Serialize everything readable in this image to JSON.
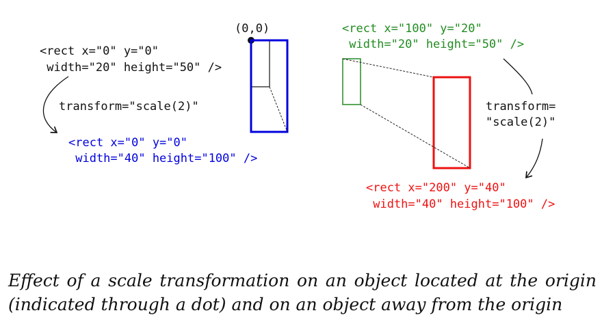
{
  "origin_label": "(0,0)",
  "left": {
    "original_code": [
      "<rect x=\"0\" y=\"0\"",
      " width=\"20\" height=\"50\" />"
    ],
    "transform_label": "transform=\"scale(2)\"",
    "result_code": [
      "<rect x=\"0\" y=\"0\"",
      " width=\"40\" height=\"100\" />"
    ],
    "result_color": "#0000dd"
  },
  "right": {
    "original_code": [
      "<rect x=\"100\" y=\"20\"",
      " width=\"20\" height=\"50\" />"
    ],
    "original_color": "#228b22",
    "transform_label": [
      "transform=",
      "\"scale(2)\""
    ],
    "result_code": [
      "<rect x=\"200\" y=\"40\"",
      " width=\"40\" height=\"100\" />"
    ],
    "result_color": "#ee1111"
  },
  "caption": [
    "Effect of a scale transformation on an object located at the origin",
    "(indicated through a dot) and on an object away from the origin"
  ],
  "colors": {
    "text": "#111111",
    "dashed": "#222222"
  }
}
